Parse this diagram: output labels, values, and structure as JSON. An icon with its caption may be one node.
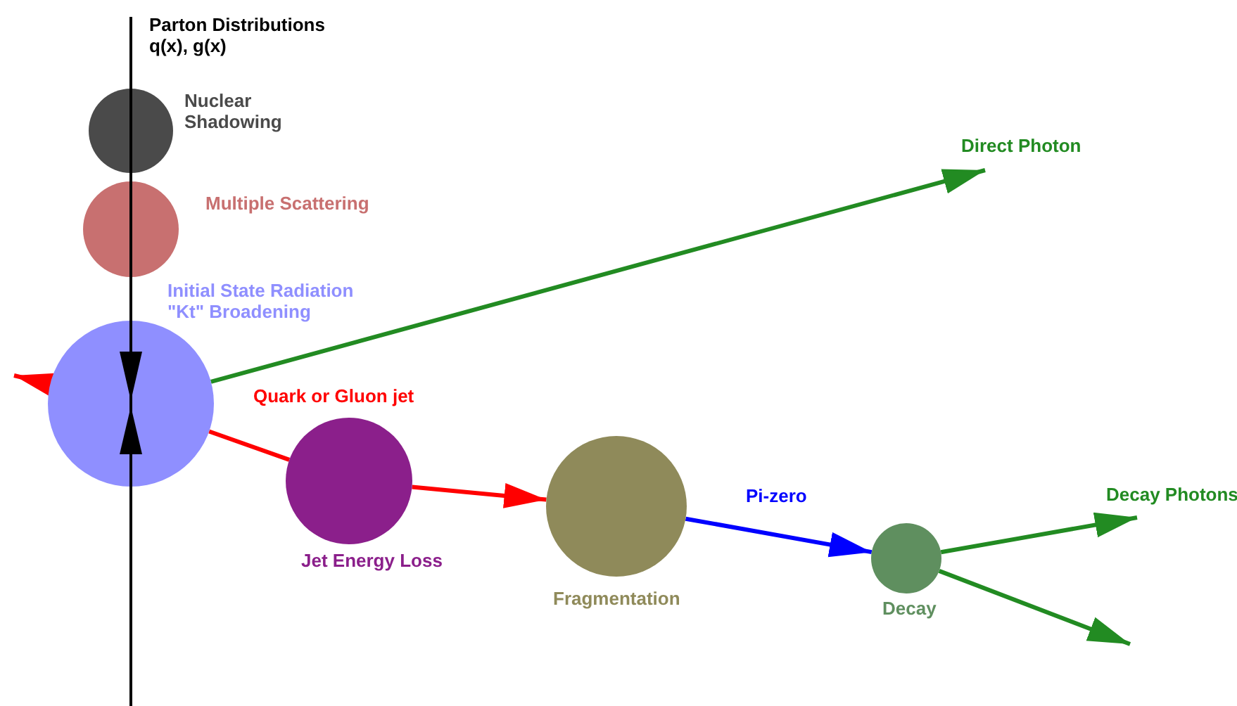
{
  "diagram": {
    "nodes": [
      {
        "text": [],
        "shape": "circle",
        "beside": [
          "Nuclear Shadowing"
        ]
      },
      {
        "text": [],
        "shape": "circle",
        "beside": [
          "Multiple Scattering"
        ]
      },
      {
        "text": [],
        "shape": "circle",
        "beside": [
          "Initial State Radiation \"Kt\" Broadening"
        ]
      },
      {
        "text": [],
        "shape": "circle",
        "beside": [
          "Jet Energy Loss"
        ]
      },
      {
        "text": [],
        "shape": "circle",
        "beside": [
          "Fragmentation"
        ]
      },
      {
        "text": [],
        "shape": "circle",
        "beside": [
          "Decay"
        ]
      }
    ],
    "edges": [
      {
        "from": 2,
        "to": null,
        "arrow": "to",
        "label": "Direct Photon"
      },
      {
        "from": 2,
        "to": null,
        "arrow": "to",
        "color": "#ff0000"
      },
      {
        "from": 2,
        "to": 3,
        "arrow": "none",
        "color": "#ff0000",
        "label": "Quark or Gluon jet"
      },
      {
        "from": 3,
        "to": 4,
        "arrow": "to",
        "color": "#ff0000"
      },
      {
        "from": 4,
        "to": 5,
        "arrow": "to",
        "color": "#0000ff",
        "label": "Pi-zero"
      },
      {
        "from": 5,
        "to": null,
        "arrow": "to",
        "label": "Decay Photons"
      },
      {
        "from": 5,
        "to": null,
        "arrow": "to"
      }
    ],
    "labels": [
      "Parton Distributions q(x), g(x)"
    ]
  }
}
